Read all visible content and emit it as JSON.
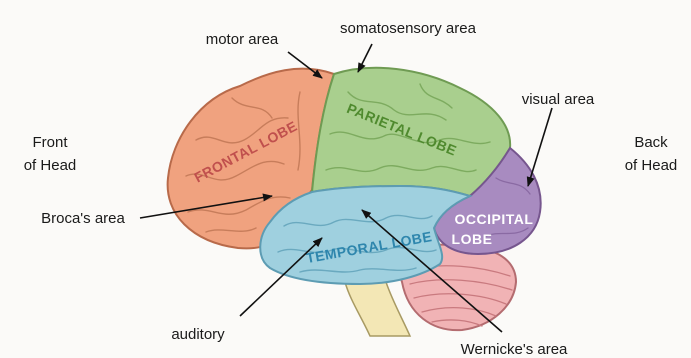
{
  "labels": {
    "motor_area": "motor area",
    "somatosensory_area": "somatosensory area",
    "visual_area": "visual area",
    "front_line1": "Front",
    "front_line2": "of Head",
    "back_line1": "Back",
    "back_line2": "of Head",
    "brocas_area": "Broca's area",
    "auditory": "auditory",
    "wernickes_area": "Wernicke's area"
  },
  "lobes": {
    "frontal": "FRONTAL LOBE",
    "parietal": "PARIETAL LOBE",
    "temporal": "TEMPORAL LOBE",
    "occipital_line1": "OCCIPITAL",
    "occipital_line2": "LOBE"
  },
  "colors": {
    "frontal": "#f0a27f",
    "parietal": "#a9cf8e",
    "temporal": "#9fd0df",
    "occipital": "#a88bc0",
    "cerebellum": "#f1b3b5",
    "brainstem": "#f3e7b5",
    "frontal_text": "#c0504d",
    "parietal_text": "#4f8a2e",
    "temporal_text": "#2e86ad",
    "occipital_text": "#ffffff"
  }
}
